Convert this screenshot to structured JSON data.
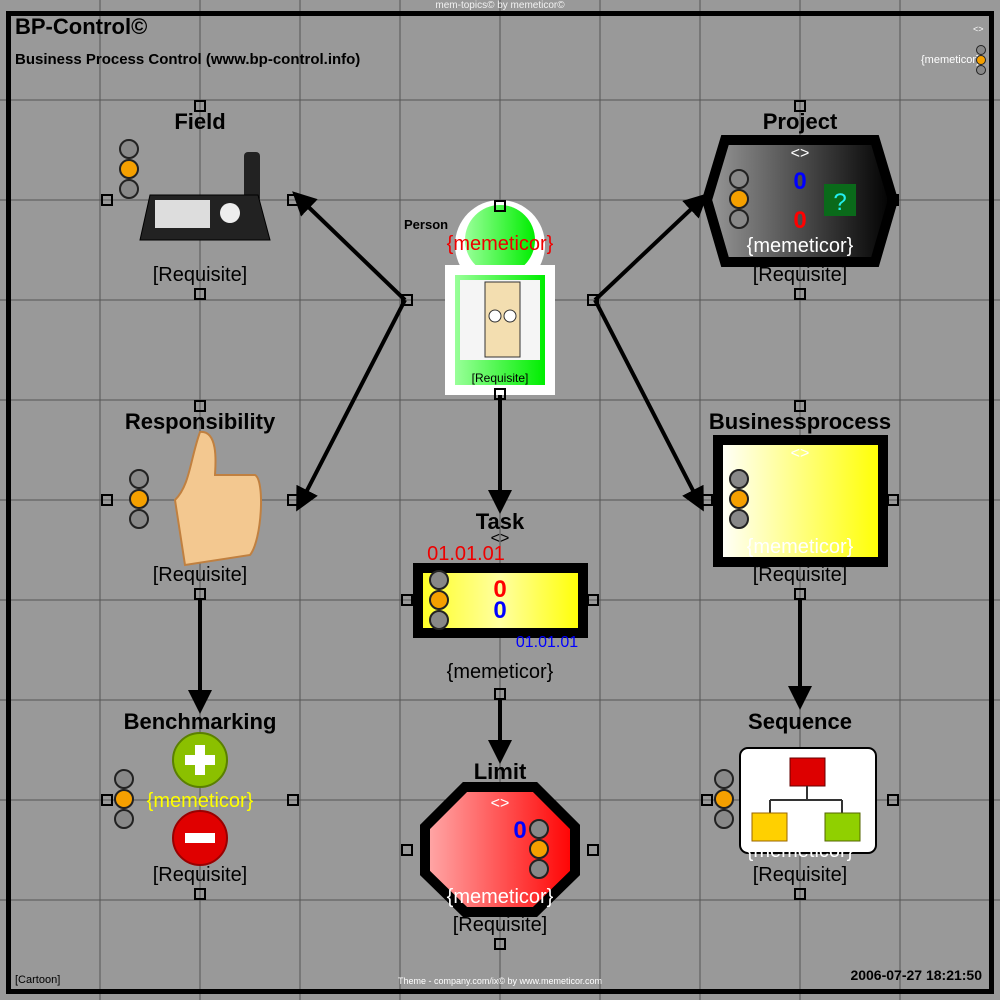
{
  "header": {
    "top_caption": "mem-topics© by memeticor©",
    "title": "BP-Control©",
    "subtitle": "Business Process Control (www.bp-control.info)",
    "corner_marker": "<>",
    "corner_label": "{memeticor}"
  },
  "footer": {
    "left": "[Cartoon]",
    "center": "Theme - company.com/ix© by www.memeticor.com",
    "timestamp": "2006-07-27 18:21:50"
  },
  "colors": {
    "background": "#999999",
    "amber": "#f5a000",
    "red": "#ff0000",
    "blue": "#0000ff"
  },
  "nodes": {
    "field": {
      "title": "Field",
      "label": "[Requisite]",
      "icon": "gps-device-icon"
    },
    "person": {
      "title": "Person",
      "name": "{memeticor}",
      "label": "[Requisite]",
      "icon": "cartoon-person-icon"
    },
    "project": {
      "title": "Project",
      "marker": "<>",
      "count_blue": "0",
      "count_red": "0",
      "owner": "{memeticor}",
      "label": "[Requisite]",
      "icon": "help-icon"
    },
    "responsibility": {
      "title": "Responsibility",
      "label": "[Requisite]",
      "icon": "thumbs-up-icon"
    },
    "task": {
      "title": "Task",
      "marker": "<>",
      "start_date": "01.01.01",
      "count_red": "0",
      "count_blue": "0",
      "end_date": "01.01.01",
      "owner": "{memeticor}"
    },
    "businessprocess": {
      "title": "Businessprocess",
      "marker": "<>",
      "owner": "{memeticor}",
      "label": "[Requisite]"
    },
    "benchmarking": {
      "title": "Benchmarking",
      "owner": "{memeticor}",
      "label": "[Requisite]",
      "icons": [
        "plus-icon",
        "minus-icon"
      ]
    },
    "limit": {
      "title": "Limit",
      "marker": "<>",
      "count_blue": "0",
      "owner": "{memeticor}",
      "label": "[Requisite]"
    },
    "sequence": {
      "title": "Sequence",
      "owner": "{memeticor}",
      "label": "[Requisite]",
      "icon": "hierarchy-icon"
    }
  }
}
